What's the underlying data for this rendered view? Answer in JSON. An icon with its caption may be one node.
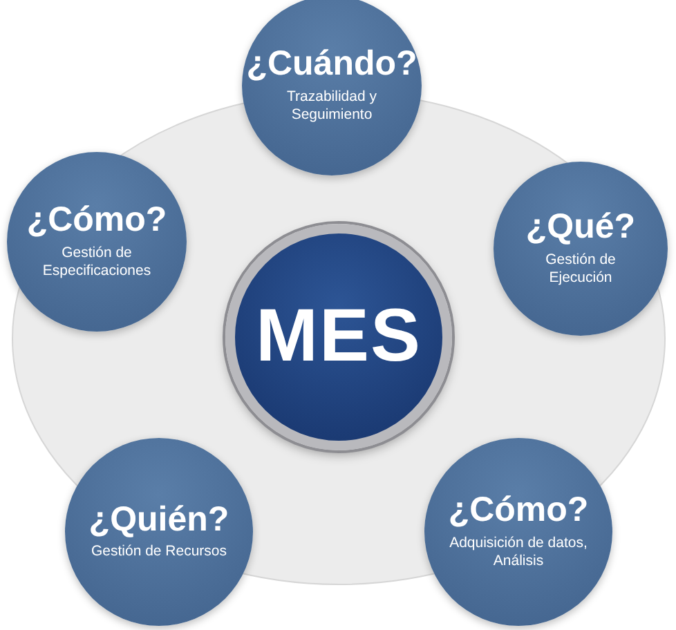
{
  "diagram": {
    "nodes": [
      {
        "text": [
          "¿Cuándo?",
          "Trazabilidad y Seguimiento"
        ]
      },
      {
        "text": [
          "¿Cómo?",
          "Gestión de Especificaciones"
        ]
      },
      {
        "text": [
          "MES"
        ]
      },
      {
        "text": [
          "¿Qué?",
          "Gestión de Ejecución"
        ]
      },
      {
        "text": [
          "¿Quién?",
          "Gestión de Recursos"
        ]
      },
      {
        "text": [
          "¿Cómo?",
          "Adquisición de datos, Análisis"
        ]
      }
    ]
  }
}
